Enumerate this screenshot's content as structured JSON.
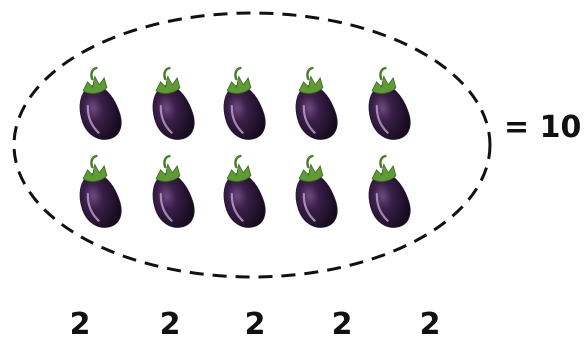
{
  "diagram": {
    "item_icon": "eggplant-icon",
    "rows": 2,
    "columns": 5,
    "group_size": 2,
    "total_label": "= 10",
    "group_labels": [
      "2",
      "2",
      "2",
      "2",
      "2"
    ],
    "colors": {
      "boundary": "#111111",
      "eggplant_body": "#2a1633",
      "eggplant_highlight": "#b79cc6",
      "stem": "#5f9a35",
      "text": "#111111"
    }
  }
}
